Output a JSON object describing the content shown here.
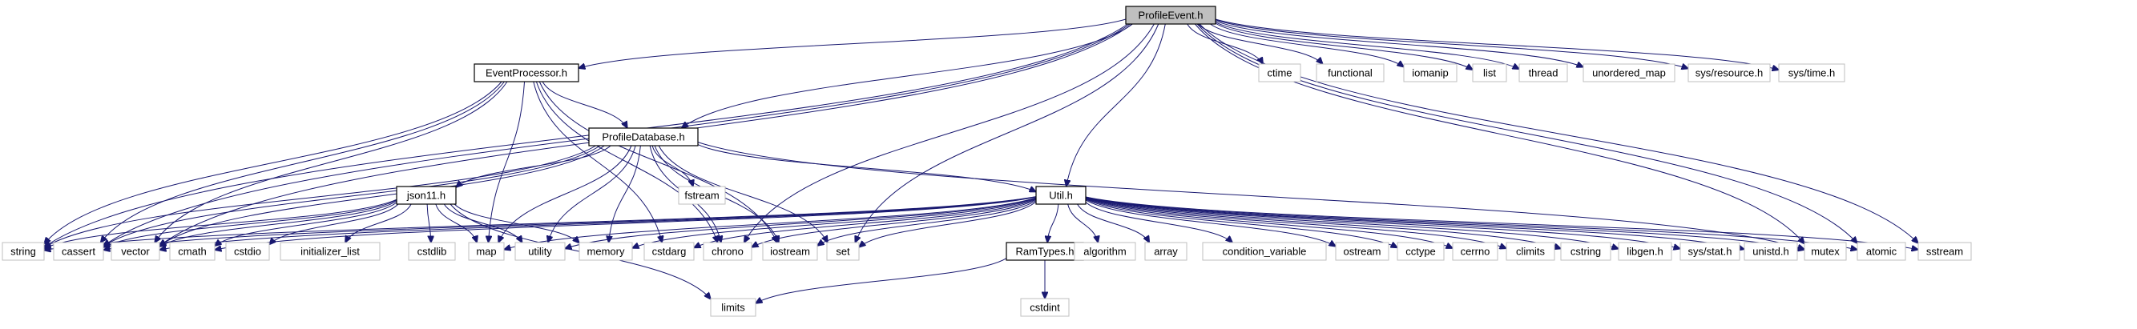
{
  "diagram": {
    "edge_color": "#191970",
    "root_fill": "#bfbfbf",
    "nodes": [
      {
        "id": "ProfileEvent.h",
        "label": "ProfileEvent.h",
        "kind": "root"
      },
      {
        "id": "EventProcessor.h",
        "label": "EventProcessor.h",
        "kind": "documented"
      },
      {
        "id": "ProfileDatabase.h",
        "label": "ProfileDatabase.h",
        "kind": "documented"
      },
      {
        "id": "json11.h",
        "label": "json11.h",
        "kind": "documented"
      },
      {
        "id": "Util.h",
        "label": "Util.h",
        "kind": "documented"
      },
      {
        "id": "RamTypes.h",
        "label": "RamTypes.h",
        "kind": "documented"
      },
      {
        "id": "ctime",
        "label": "ctime",
        "kind": "system"
      },
      {
        "id": "functional",
        "label": "functional",
        "kind": "system"
      },
      {
        "id": "iomanip",
        "label": "iomanip",
        "kind": "system"
      },
      {
        "id": "list",
        "label": "list",
        "kind": "system"
      },
      {
        "id": "thread",
        "label": "thread",
        "kind": "system"
      },
      {
        "id": "unordered_map",
        "label": "unordered_map",
        "kind": "system"
      },
      {
        "id": "sys/resource.h",
        "label": "sys/resource.h",
        "kind": "system"
      },
      {
        "id": "sys/time.h",
        "label": "sys/time.h",
        "kind": "system"
      },
      {
        "id": "fstream",
        "label": "fstream",
        "kind": "system"
      },
      {
        "id": "string",
        "label": "string",
        "kind": "system"
      },
      {
        "id": "cassert",
        "label": "cassert",
        "kind": "system"
      },
      {
        "id": "vector",
        "label": "vector",
        "kind": "system"
      },
      {
        "id": "cmath",
        "label": "cmath",
        "kind": "system"
      },
      {
        "id": "cstdio",
        "label": "cstdio",
        "kind": "system"
      },
      {
        "id": "initializer_list",
        "label": "initializer_list",
        "kind": "system"
      },
      {
        "id": "cstdlib",
        "label": "cstdlib",
        "kind": "system"
      },
      {
        "id": "map",
        "label": "map",
        "kind": "system"
      },
      {
        "id": "utility",
        "label": "utility",
        "kind": "system"
      },
      {
        "id": "memory",
        "label": "memory",
        "kind": "system"
      },
      {
        "id": "cstdarg",
        "label": "cstdarg",
        "kind": "system"
      },
      {
        "id": "chrono",
        "label": "chrono",
        "kind": "system"
      },
      {
        "id": "iostream",
        "label": "iostream",
        "kind": "system"
      },
      {
        "id": "set",
        "label": "set",
        "kind": "system"
      },
      {
        "id": "algorithm",
        "label": "algorithm",
        "kind": "system"
      },
      {
        "id": "array",
        "label": "array",
        "kind": "system"
      },
      {
        "id": "condition_variable",
        "label": "condition_variable",
        "kind": "system"
      },
      {
        "id": "ostream",
        "label": "ostream",
        "kind": "system"
      },
      {
        "id": "cctype",
        "label": "cctype",
        "kind": "system"
      },
      {
        "id": "cerrno",
        "label": "cerrno",
        "kind": "system"
      },
      {
        "id": "climits",
        "label": "climits",
        "kind": "system"
      },
      {
        "id": "cstring",
        "label": "cstring",
        "kind": "system"
      },
      {
        "id": "libgen.h",
        "label": "libgen.h",
        "kind": "system"
      },
      {
        "id": "sys/stat.h",
        "label": "sys/stat.h",
        "kind": "system"
      },
      {
        "id": "unistd.h",
        "label": "unistd.h",
        "kind": "system"
      },
      {
        "id": "mutex",
        "label": "mutex",
        "kind": "system"
      },
      {
        "id": "atomic",
        "label": "atomic",
        "kind": "system"
      },
      {
        "id": "sstream",
        "label": "sstream",
        "kind": "system"
      },
      {
        "id": "limits",
        "label": "limits",
        "kind": "system"
      },
      {
        "id": "cstdint",
        "label": "cstdint",
        "kind": "system"
      }
    ],
    "edges": [
      [
        "ProfileEvent.h",
        "EventProcessor.h"
      ],
      [
        "ProfileEvent.h",
        "ProfileDatabase.h"
      ],
      [
        "ProfileEvent.h",
        "Util.h"
      ],
      [
        "ProfileEvent.h",
        "string"
      ],
      [
        "ProfileEvent.h",
        "cassert"
      ],
      [
        "ProfileEvent.h",
        "vector"
      ],
      [
        "ProfileEvent.h",
        "chrono"
      ],
      [
        "ProfileEvent.h",
        "set"
      ],
      [
        "ProfileEvent.h",
        "ctime"
      ],
      [
        "ProfileEvent.h",
        "functional"
      ],
      [
        "ProfileEvent.h",
        "iomanip"
      ],
      [
        "ProfileEvent.h",
        "list"
      ],
      [
        "ProfileEvent.h",
        "thread"
      ],
      [
        "ProfileEvent.h",
        "unordered_map"
      ],
      [
        "ProfileEvent.h",
        "sys/resource.h"
      ],
      [
        "ProfileEvent.h",
        "sys/time.h"
      ],
      [
        "ProfileEvent.h",
        "mutex"
      ],
      [
        "ProfileEvent.h",
        "atomic"
      ],
      [
        "ProfileEvent.h",
        "sstream"
      ],
      [
        "EventProcessor.h",
        "ProfileDatabase.h"
      ],
      [
        "EventProcessor.h",
        "string"
      ],
      [
        "EventProcessor.h",
        "cassert"
      ],
      [
        "EventProcessor.h",
        "vector"
      ],
      [
        "EventProcessor.h",
        "map"
      ],
      [
        "EventProcessor.h",
        "cstdarg"
      ],
      [
        "EventProcessor.h",
        "chrono"
      ],
      [
        "EventProcessor.h",
        "iostream"
      ],
      [
        "ProfileDatabase.h",
        "json11.h"
      ],
      [
        "ProfileDatabase.h",
        "Util.h"
      ],
      [
        "ProfileDatabase.h",
        "fstream"
      ],
      [
        "ProfileDatabase.h",
        "string"
      ],
      [
        "ProfileDatabase.h",
        "cassert"
      ],
      [
        "ProfileDatabase.h",
        "vector"
      ],
      [
        "ProfileDatabase.h",
        "map"
      ],
      [
        "ProfileDatabase.h",
        "utility"
      ],
      [
        "ProfileDatabase.h",
        "memory"
      ],
      [
        "ProfileDatabase.h",
        "chrono"
      ],
      [
        "ProfileDatabase.h",
        "iostream"
      ],
      [
        "ProfileDatabase.h",
        "set"
      ],
      [
        "ProfileDatabase.h",
        "mutex"
      ],
      [
        "json11.h",
        "string"
      ],
      [
        "json11.h",
        "cassert"
      ],
      [
        "json11.h",
        "vector"
      ],
      [
        "json11.h",
        "cmath"
      ],
      [
        "json11.h",
        "cstdio"
      ],
      [
        "json11.h",
        "initializer_list"
      ],
      [
        "json11.h",
        "cstdlib"
      ],
      [
        "json11.h",
        "map"
      ],
      [
        "json11.h",
        "utility"
      ],
      [
        "json11.h",
        "memory"
      ],
      [
        "json11.h",
        "limits"
      ],
      [
        "Util.h",
        "RamTypes.h"
      ],
      [
        "Util.h",
        "string"
      ],
      [
        "Util.h",
        "cassert"
      ],
      [
        "Util.h",
        "vector"
      ],
      [
        "Util.h",
        "cmath"
      ],
      [
        "Util.h",
        "map"
      ],
      [
        "Util.h",
        "utility"
      ],
      [
        "Util.h",
        "memory"
      ],
      [
        "Util.h",
        "cstdarg"
      ],
      [
        "Util.h",
        "chrono"
      ],
      [
        "Util.h",
        "iostream"
      ],
      [
        "Util.h",
        "set"
      ],
      [
        "Util.h",
        "algorithm"
      ],
      [
        "Util.h",
        "array"
      ],
      [
        "Util.h",
        "condition_variable"
      ],
      [
        "Util.h",
        "ostream"
      ],
      [
        "Util.h",
        "cctype"
      ],
      [
        "Util.h",
        "cerrno"
      ],
      [
        "Util.h",
        "climits"
      ],
      [
        "Util.h",
        "cstring"
      ],
      [
        "Util.h",
        "libgen.h"
      ],
      [
        "Util.h",
        "sys/stat.h"
      ],
      [
        "Util.h",
        "unistd.h"
      ],
      [
        "Util.h",
        "mutex"
      ],
      [
        "Util.h",
        "atomic"
      ],
      [
        "Util.h",
        "sstream"
      ],
      [
        "RamTypes.h",
        "limits"
      ],
      [
        "RamTypes.h",
        "cstdint"
      ]
    ]
  }
}
